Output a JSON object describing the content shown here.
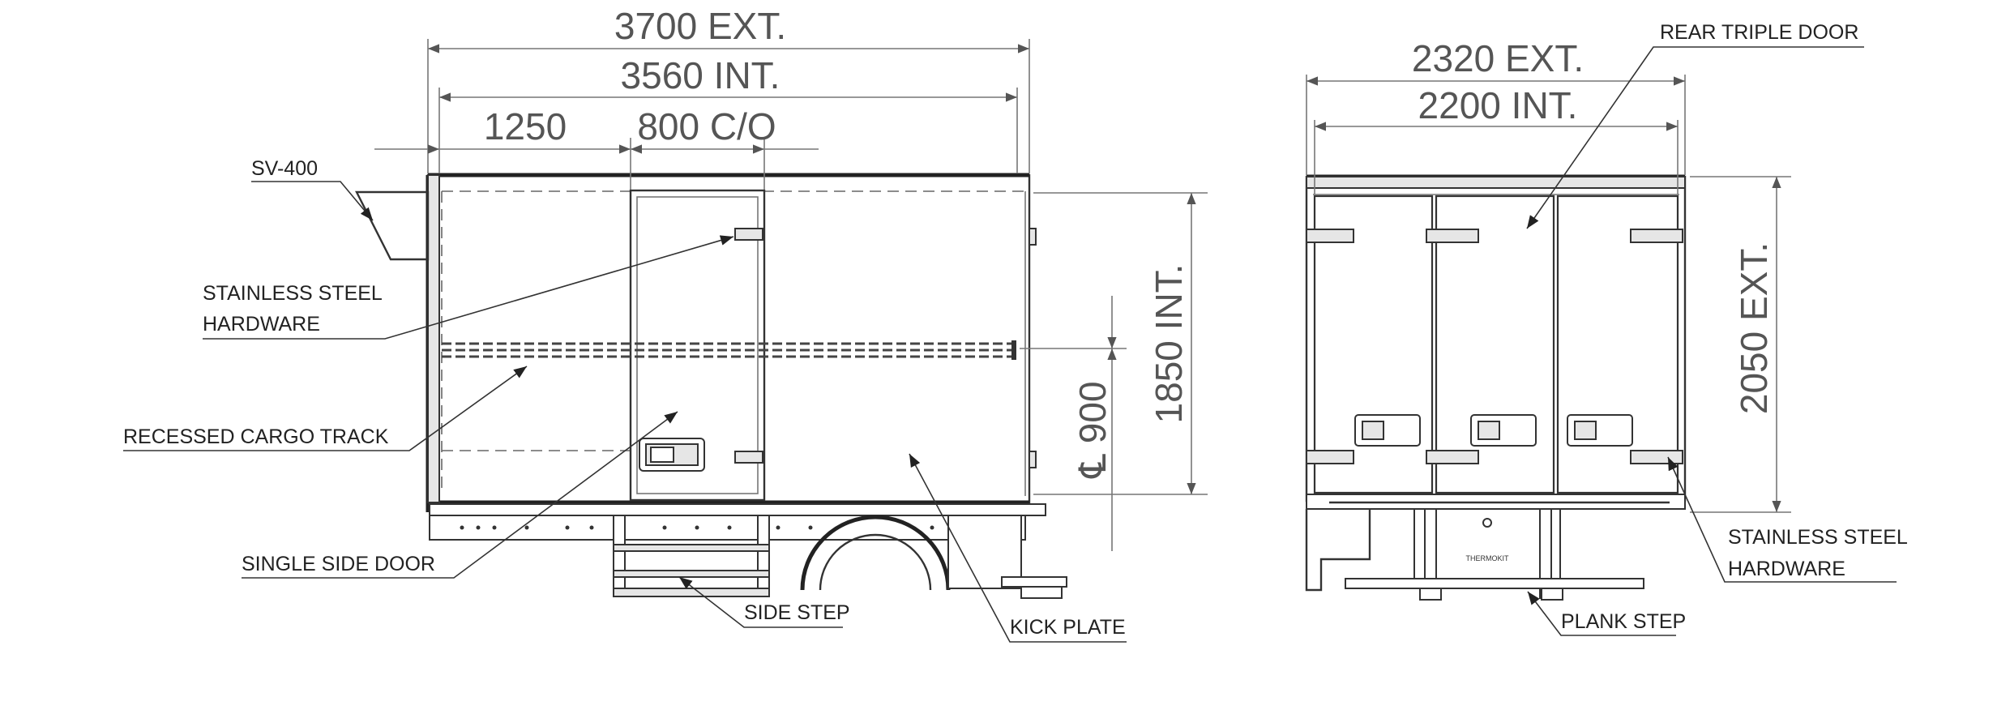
{
  "dimensions": {
    "side_ext": "3700 EXT.",
    "side_int": "3560 INT.",
    "side_seg1": "1250",
    "side_seg2": "800 C/O",
    "height_int": "1850 INT.",
    "track_height": "℄ 900",
    "rear_ext": "2320 EXT.",
    "rear_int": "2200 INT.",
    "rear_height_ext": "2050 EXT."
  },
  "labels": {
    "sv400": "SV-400",
    "stainless_left_1": "STAINLESS STEEL",
    "stainless_left_2": "HARDWARE",
    "recessed_track": "RECESSED CARGO TRACK",
    "single_side_door": "SINGLE SIDE DOOR",
    "side_step": "SIDE STEP",
    "kick_plate": "KICK PLATE",
    "rear_triple_door": "REAR TRIPLE DOOR",
    "stainless_right_1": "STAINLESS STEEL",
    "stainless_right_2": "HARDWARE",
    "plank_step": "PLANK STEP",
    "brand_plate": "THERMOKIT"
  }
}
